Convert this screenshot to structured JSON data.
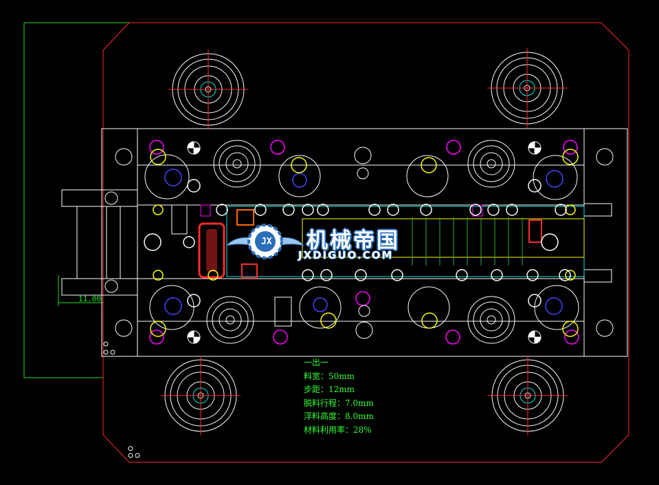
{
  "colors": {
    "background": "#000000",
    "outline_red": "#ff2a2a",
    "outline_white": "#ffffff",
    "dimension_green": "#22e022",
    "note_text": "#33ff33",
    "yellow": "#ffff00",
    "magenta": "#ff00ff",
    "blue": "#4444ff",
    "cyan": "#00e5e5",
    "logo_blue": "#2a6db8"
  },
  "dimension": {
    "width_value": "11.00"
  },
  "process_notes": [
    "一出一",
    "料宽：50mm",
    "步距：12mm",
    "脱料行程：7.0mm",
    "浮料高度：8.0mm",
    "材料利用率：28%"
  ],
  "watermark": {
    "title": "机械帝国",
    "subtitle": "JXDIGUO.COM",
    "badge_letters": "JX",
    "icon": "gear-wings-emblem-icon"
  }
}
